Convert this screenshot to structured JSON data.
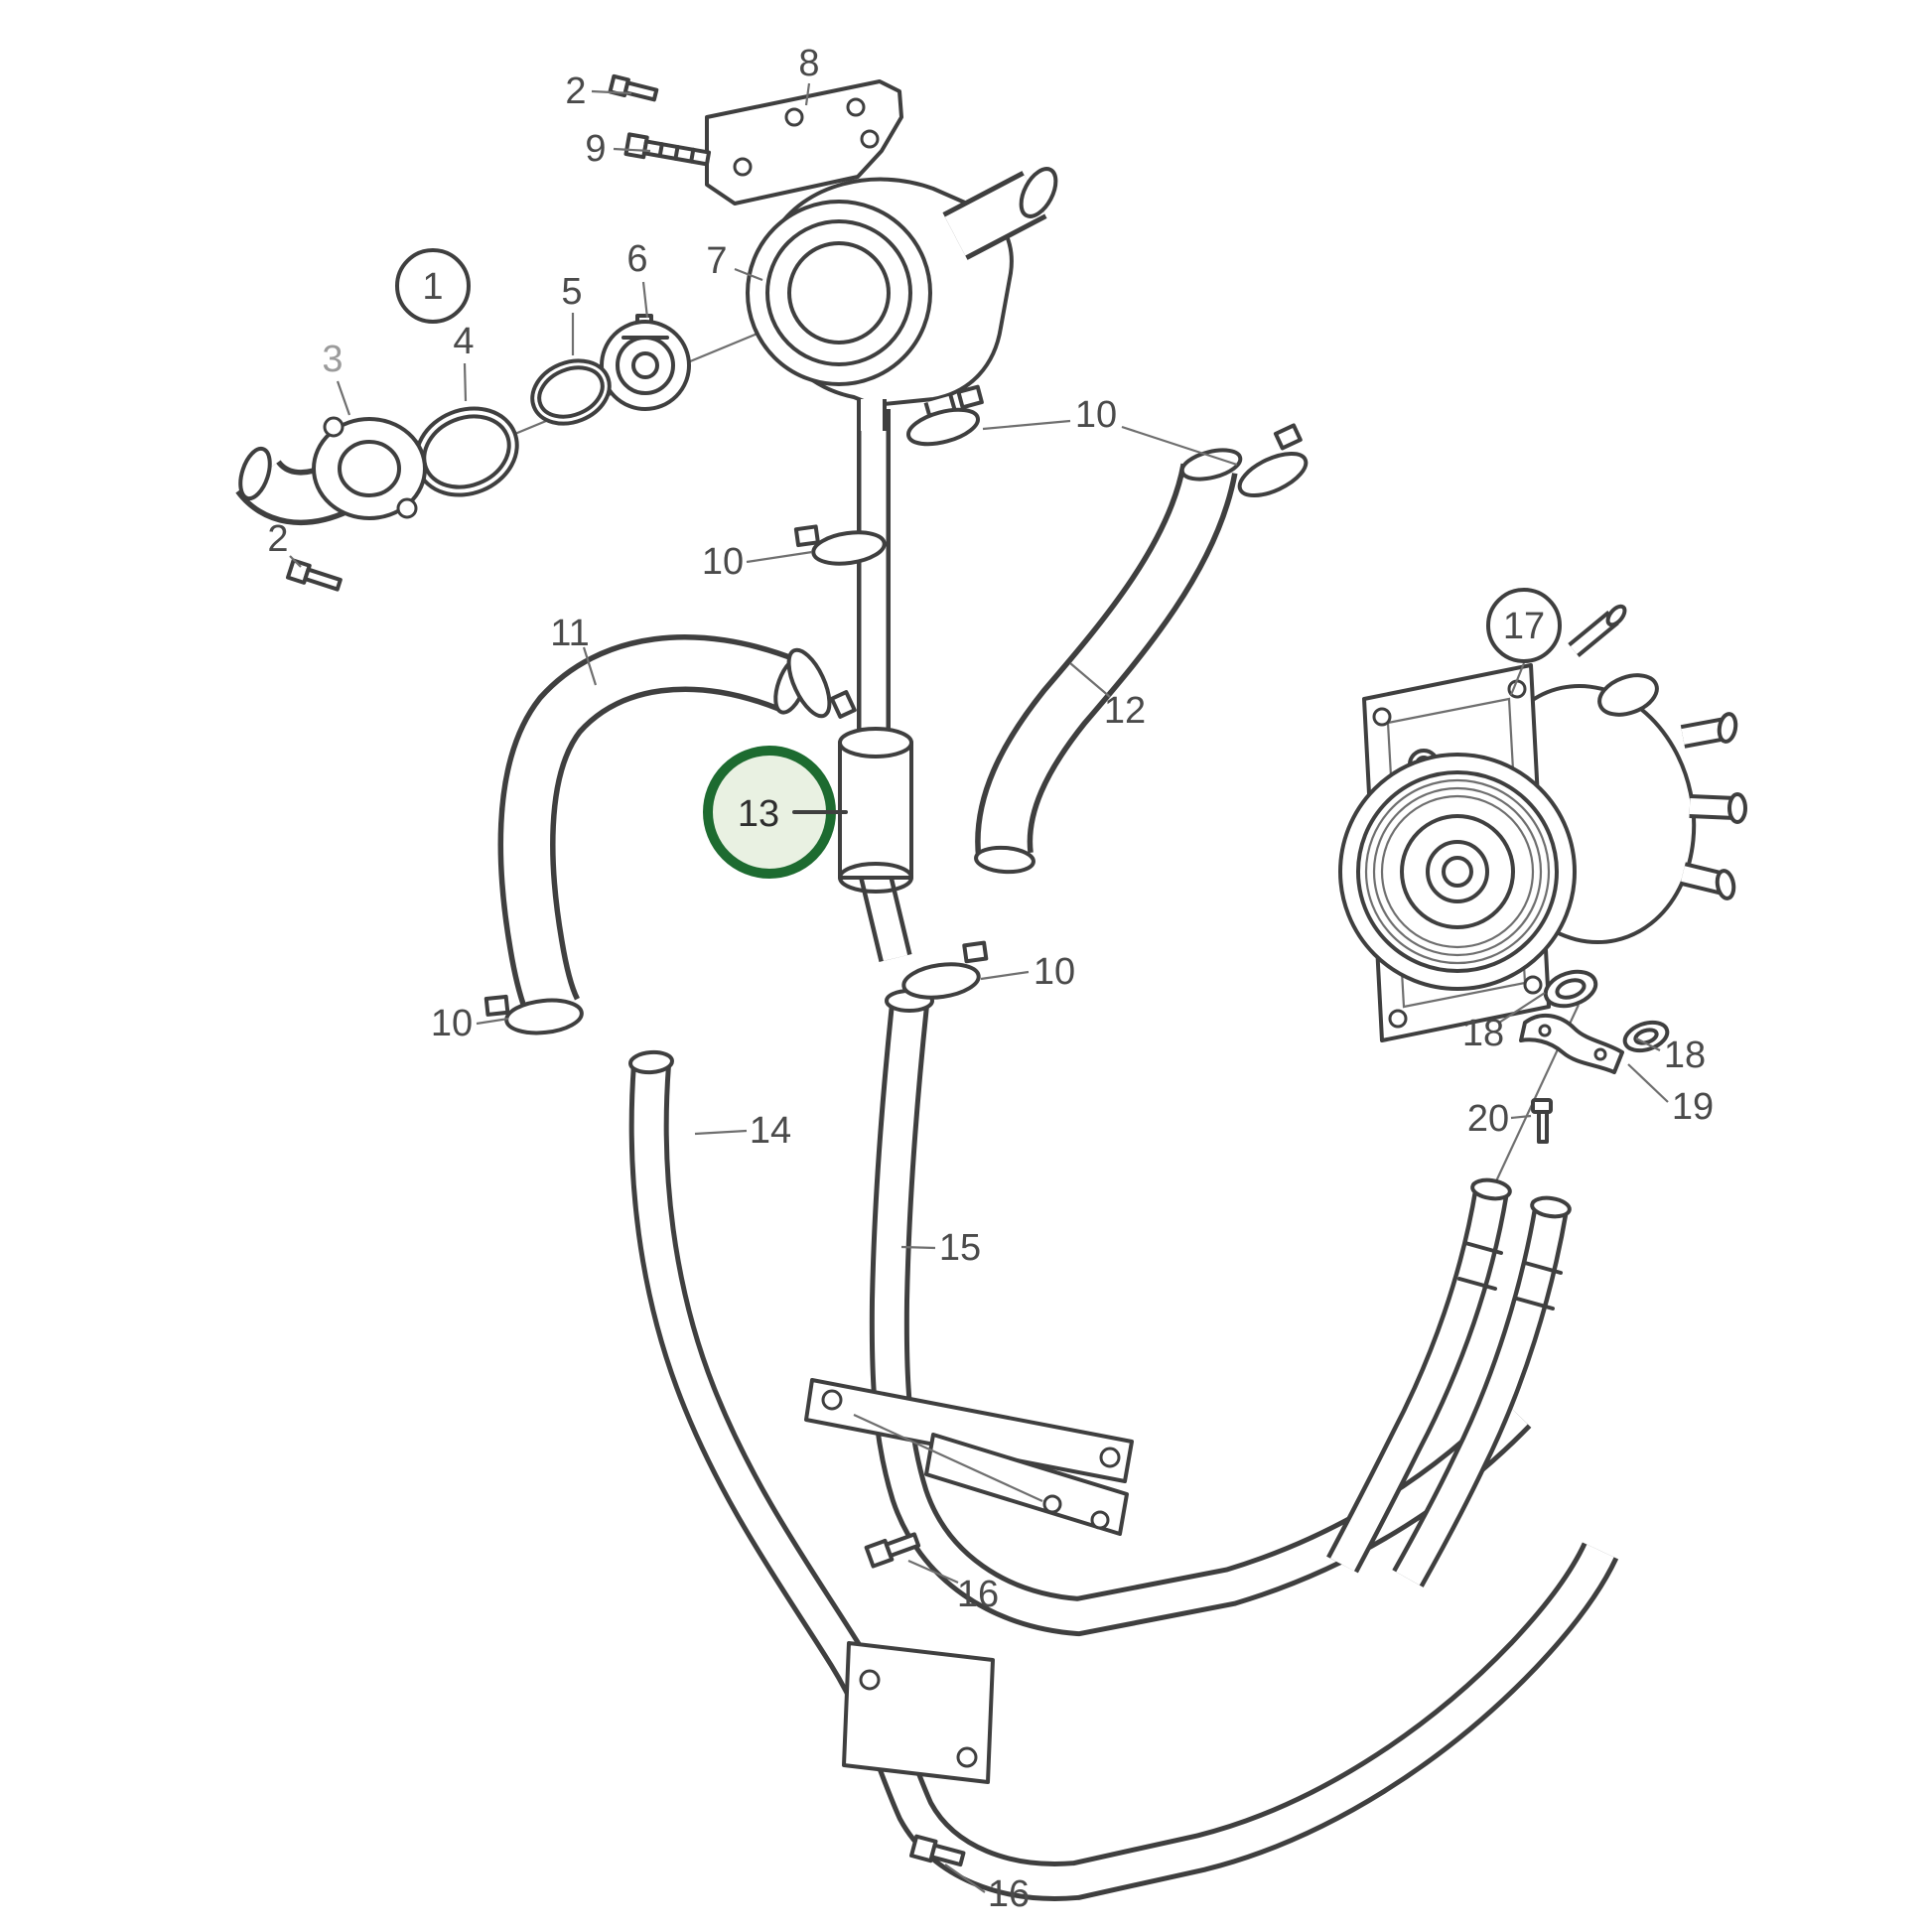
{
  "diagram": {
    "type": "exploded-parts-diagram",
    "description": "engine cooling system exploded parts view with numbered callouts",
    "colors": {
      "line": "#3f3f3f",
      "label": "#4a4a4a",
      "muted_label": "#9b9b9b",
      "highlight_ring": "#1d6b30",
      "highlight_fill": "#e9f1e2",
      "background": "#ffffff"
    },
    "highlight": {
      "label": "13",
      "shape": "circle"
    },
    "callouts": [
      {
        "label": "2",
        "kind": "plain"
      },
      {
        "label": "9",
        "kind": "plain"
      },
      {
        "label": "8",
        "kind": "plain"
      },
      {
        "label": "1",
        "kind": "circled"
      },
      {
        "label": "5",
        "kind": "plain"
      },
      {
        "label": "6",
        "kind": "plain"
      },
      {
        "label": "7",
        "kind": "plain"
      },
      {
        "label": "4",
        "kind": "plain"
      },
      {
        "label": "3",
        "kind": "muted"
      },
      {
        "label": "2",
        "kind": "plain"
      },
      {
        "label": "10",
        "kind": "plain"
      },
      {
        "label": "10",
        "kind": "plain"
      },
      {
        "label": "11",
        "kind": "plain"
      },
      {
        "label": "12",
        "kind": "plain"
      },
      {
        "label": "13",
        "kind": "highlighted"
      },
      {
        "label": "10",
        "kind": "plain"
      },
      {
        "label": "10",
        "kind": "plain"
      },
      {
        "label": "17",
        "kind": "circled"
      },
      {
        "label": "18",
        "kind": "plain"
      },
      {
        "label": "18",
        "kind": "plain"
      },
      {
        "label": "19",
        "kind": "plain"
      },
      {
        "label": "20",
        "kind": "plain"
      },
      {
        "label": "14",
        "kind": "plain"
      },
      {
        "label": "15",
        "kind": "plain"
      },
      {
        "label": "16",
        "kind": "plain"
      },
      {
        "label": "16",
        "kind": "plain"
      }
    ]
  }
}
